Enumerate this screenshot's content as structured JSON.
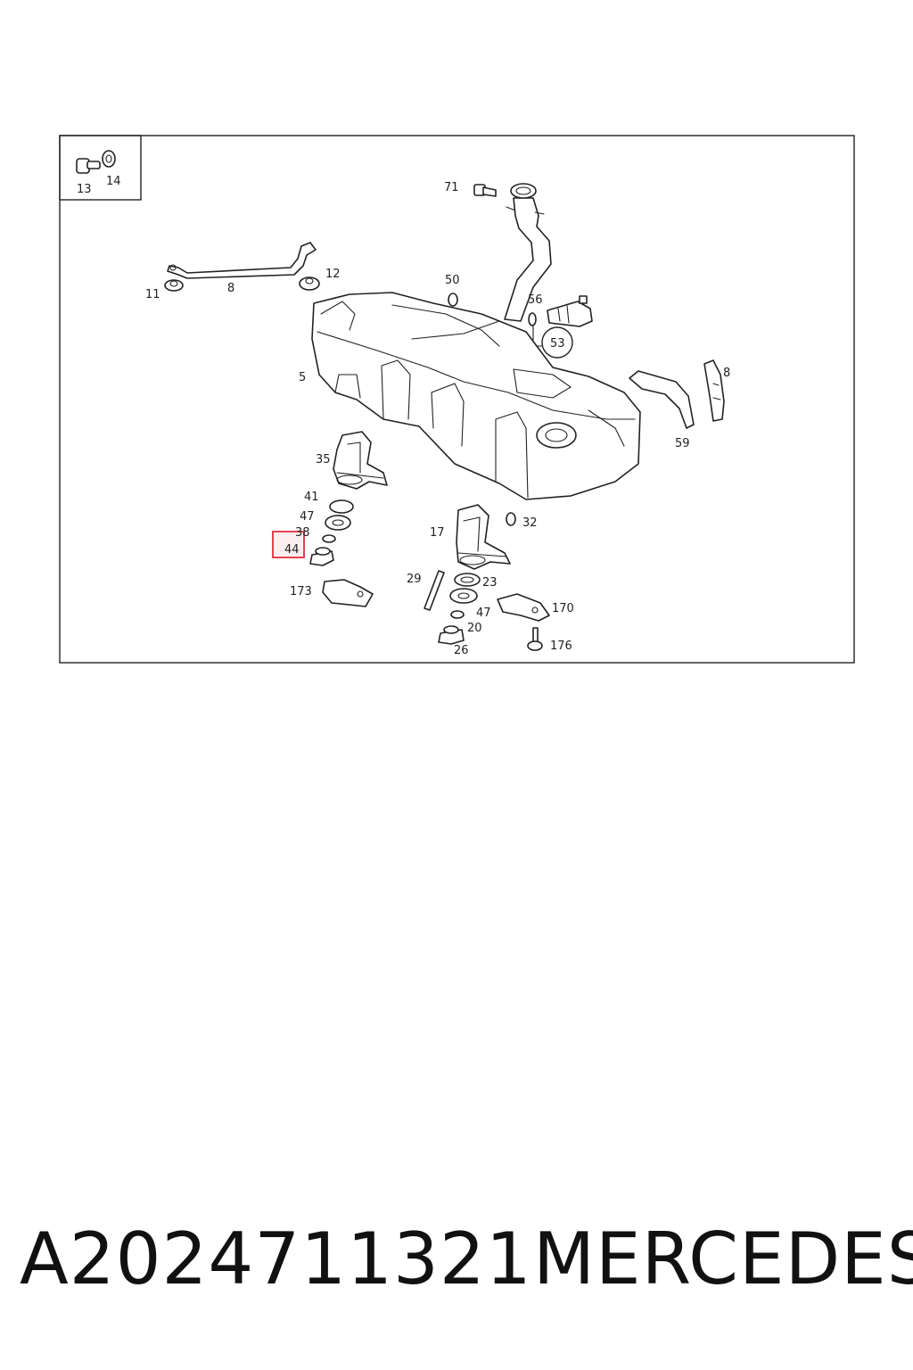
{
  "callouts": {
    "c13": "13",
    "c14": "14",
    "c71": "71",
    "c11": "11",
    "c8a": "8",
    "c12": "12",
    "c50": "50",
    "c56": "56",
    "c53": "53",
    "c5": "5",
    "c8b": "8",
    "c59": "59",
    "c35": "35",
    "c41": "41",
    "c47a": "47",
    "c38": "38",
    "c44": "44",
    "c17": "17",
    "c32": "32",
    "c29": "29",
    "c23": "23",
    "c173": "173",
    "c47b": "47",
    "c170": "170",
    "c20": "20",
    "c26": "26",
    "c176": "176"
  },
  "highlight": {
    "callout": "44",
    "color": "#e0303a"
  },
  "footer": {
    "part_number": "A2024711321",
    "brand": "MERCEDES"
  }
}
